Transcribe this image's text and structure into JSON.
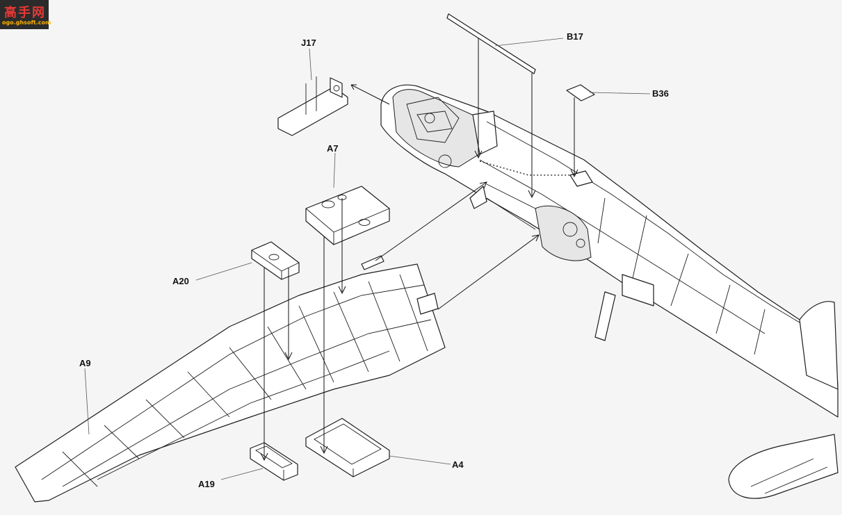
{
  "watermark": {
    "title": "高手网",
    "url": "ogo.ghsoft.com"
  },
  "labels": {
    "j17": "J17",
    "b17": "B17",
    "b36": "B36",
    "a7": "A7",
    "a20": "A20",
    "a9": "A9",
    "a19": "A19",
    "a4": "A4"
  },
  "colors": {
    "line": "#1c1c1c",
    "paper": "#f5f5f5"
  }
}
